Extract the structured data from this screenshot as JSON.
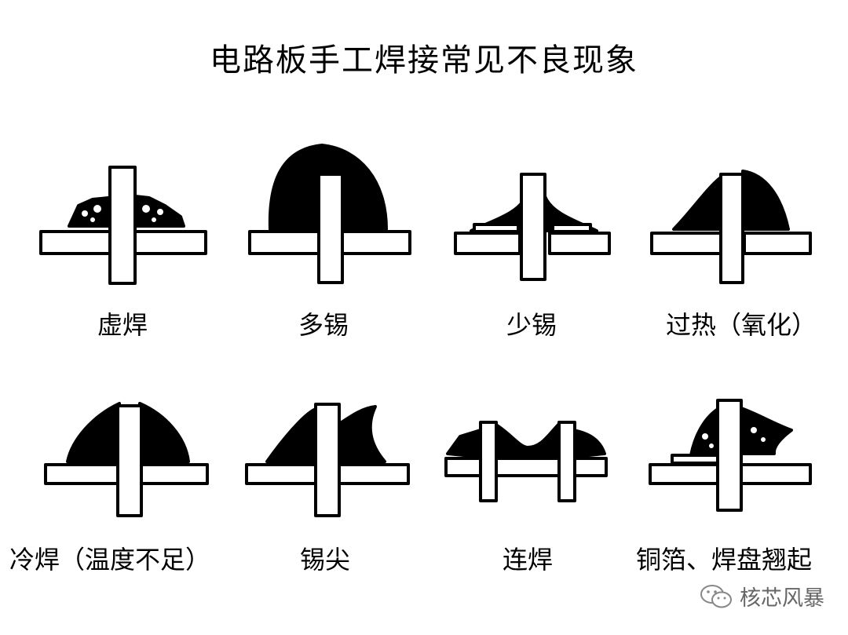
{
  "title": "电路板手工焊接常见不良现象",
  "labels": {
    "virtual_solder": "虚焊",
    "excess_tin": "多锡",
    "insufficient_tin": "少锡",
    "overheat": "过热（氧化）",
    "cold_solder": "冷焊（温度不足）",
    "solder_spike": "锡尖",
    "bridging": "连焊",
    "pad_lift": "铜箔、焊盘翘起"
  },
  "watermark": {
    "text": "核芯风暴",
    "icon": "wechat-icon"
  }
}
